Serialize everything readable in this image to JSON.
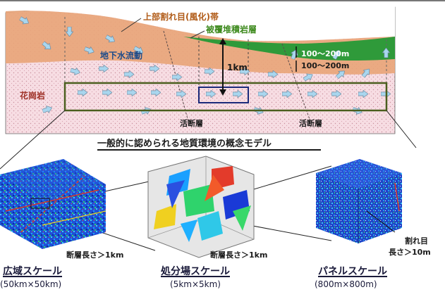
{
  "labels": {
    "weathering_zone": "上部割れ目(風化)帯",
    "cover_layer": "被覆堆積岩層",
    "groundwater_flow": "地下水流動",
    "depth_1km": "1km",
    "depth_100_200_a": "100～200m",
    "depth_100_200_b": "100～200m",
    "granite": "花崗岩",
    "fault_left": "活断層",
    "fault_right": "活断層",
    "model_title": "一般的に認められる地質環境の概念モデル",
    "fault_len_regional": "断層長さ＞1km",
    "fault_len_disposal": "断層長さ＞1km",
    "fracture_len_line1": "割れ目",
    "fracture_len_line2": "長さ＞10m"
  },
  "scales": [
    {
      "name": "広域スケール",
      "size": "(50km×50km)"
    },
    {
      "name": "処分場スケール",
      "size": "(5km×5km)"
    },
    {
      "name": "パネルスケール",
      "size": "(800m×800m)"
    }
  ],
  "colors": {
    "weathering": "#e8a57a",
    "cover": "#2f9a3a",
    "granite_fill": "#f6d8df",
    "region_box": "#4b5e1e",
    "focus_box": "#1b2a7a",
    "arrow_fill": "#a9d6ee"
  }
}
